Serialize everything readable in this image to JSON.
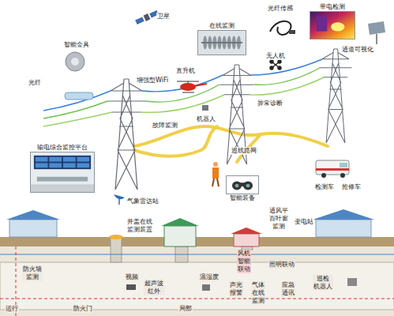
{
  "diagram": {
    "nodes": [
      {
        "text": [
          "在线监测"
        ]
      },
      {
        "text": [
          "带电检测"
        ]
      },
      {
        "text": [
          "输电综合监控平台"
        ]
      },
      {
        "text": [
          "智能装备"
        ]
      }
    ],
    "labels": [
      "卫星",
      "光纤传感",
      "智能金具",
      "无人机",
      "通道可视化",
      "光纤",
      "增强型WiFi",
      "直升机",
      "异常诊断",
      "机器人",
      "故障监测",
      "巡线路网",
      "检测车",
      "抢修车",
      "气象雷达站",
      "井盖在线 监测装置",
      "通风平 百叶窗 监测",
      "变电站",
      "风机 智能 联动",
      "照明联动",
      "防火墙 监测",
      "视频",
      "超声波 红外",
      "温湿度",
      "声光 报警",
      "气体 在线 监测",
      "应急 通讯",
      "巡检 机器人",
      "运行",
      "防火门",
      "局部"
    ]
  }
}
